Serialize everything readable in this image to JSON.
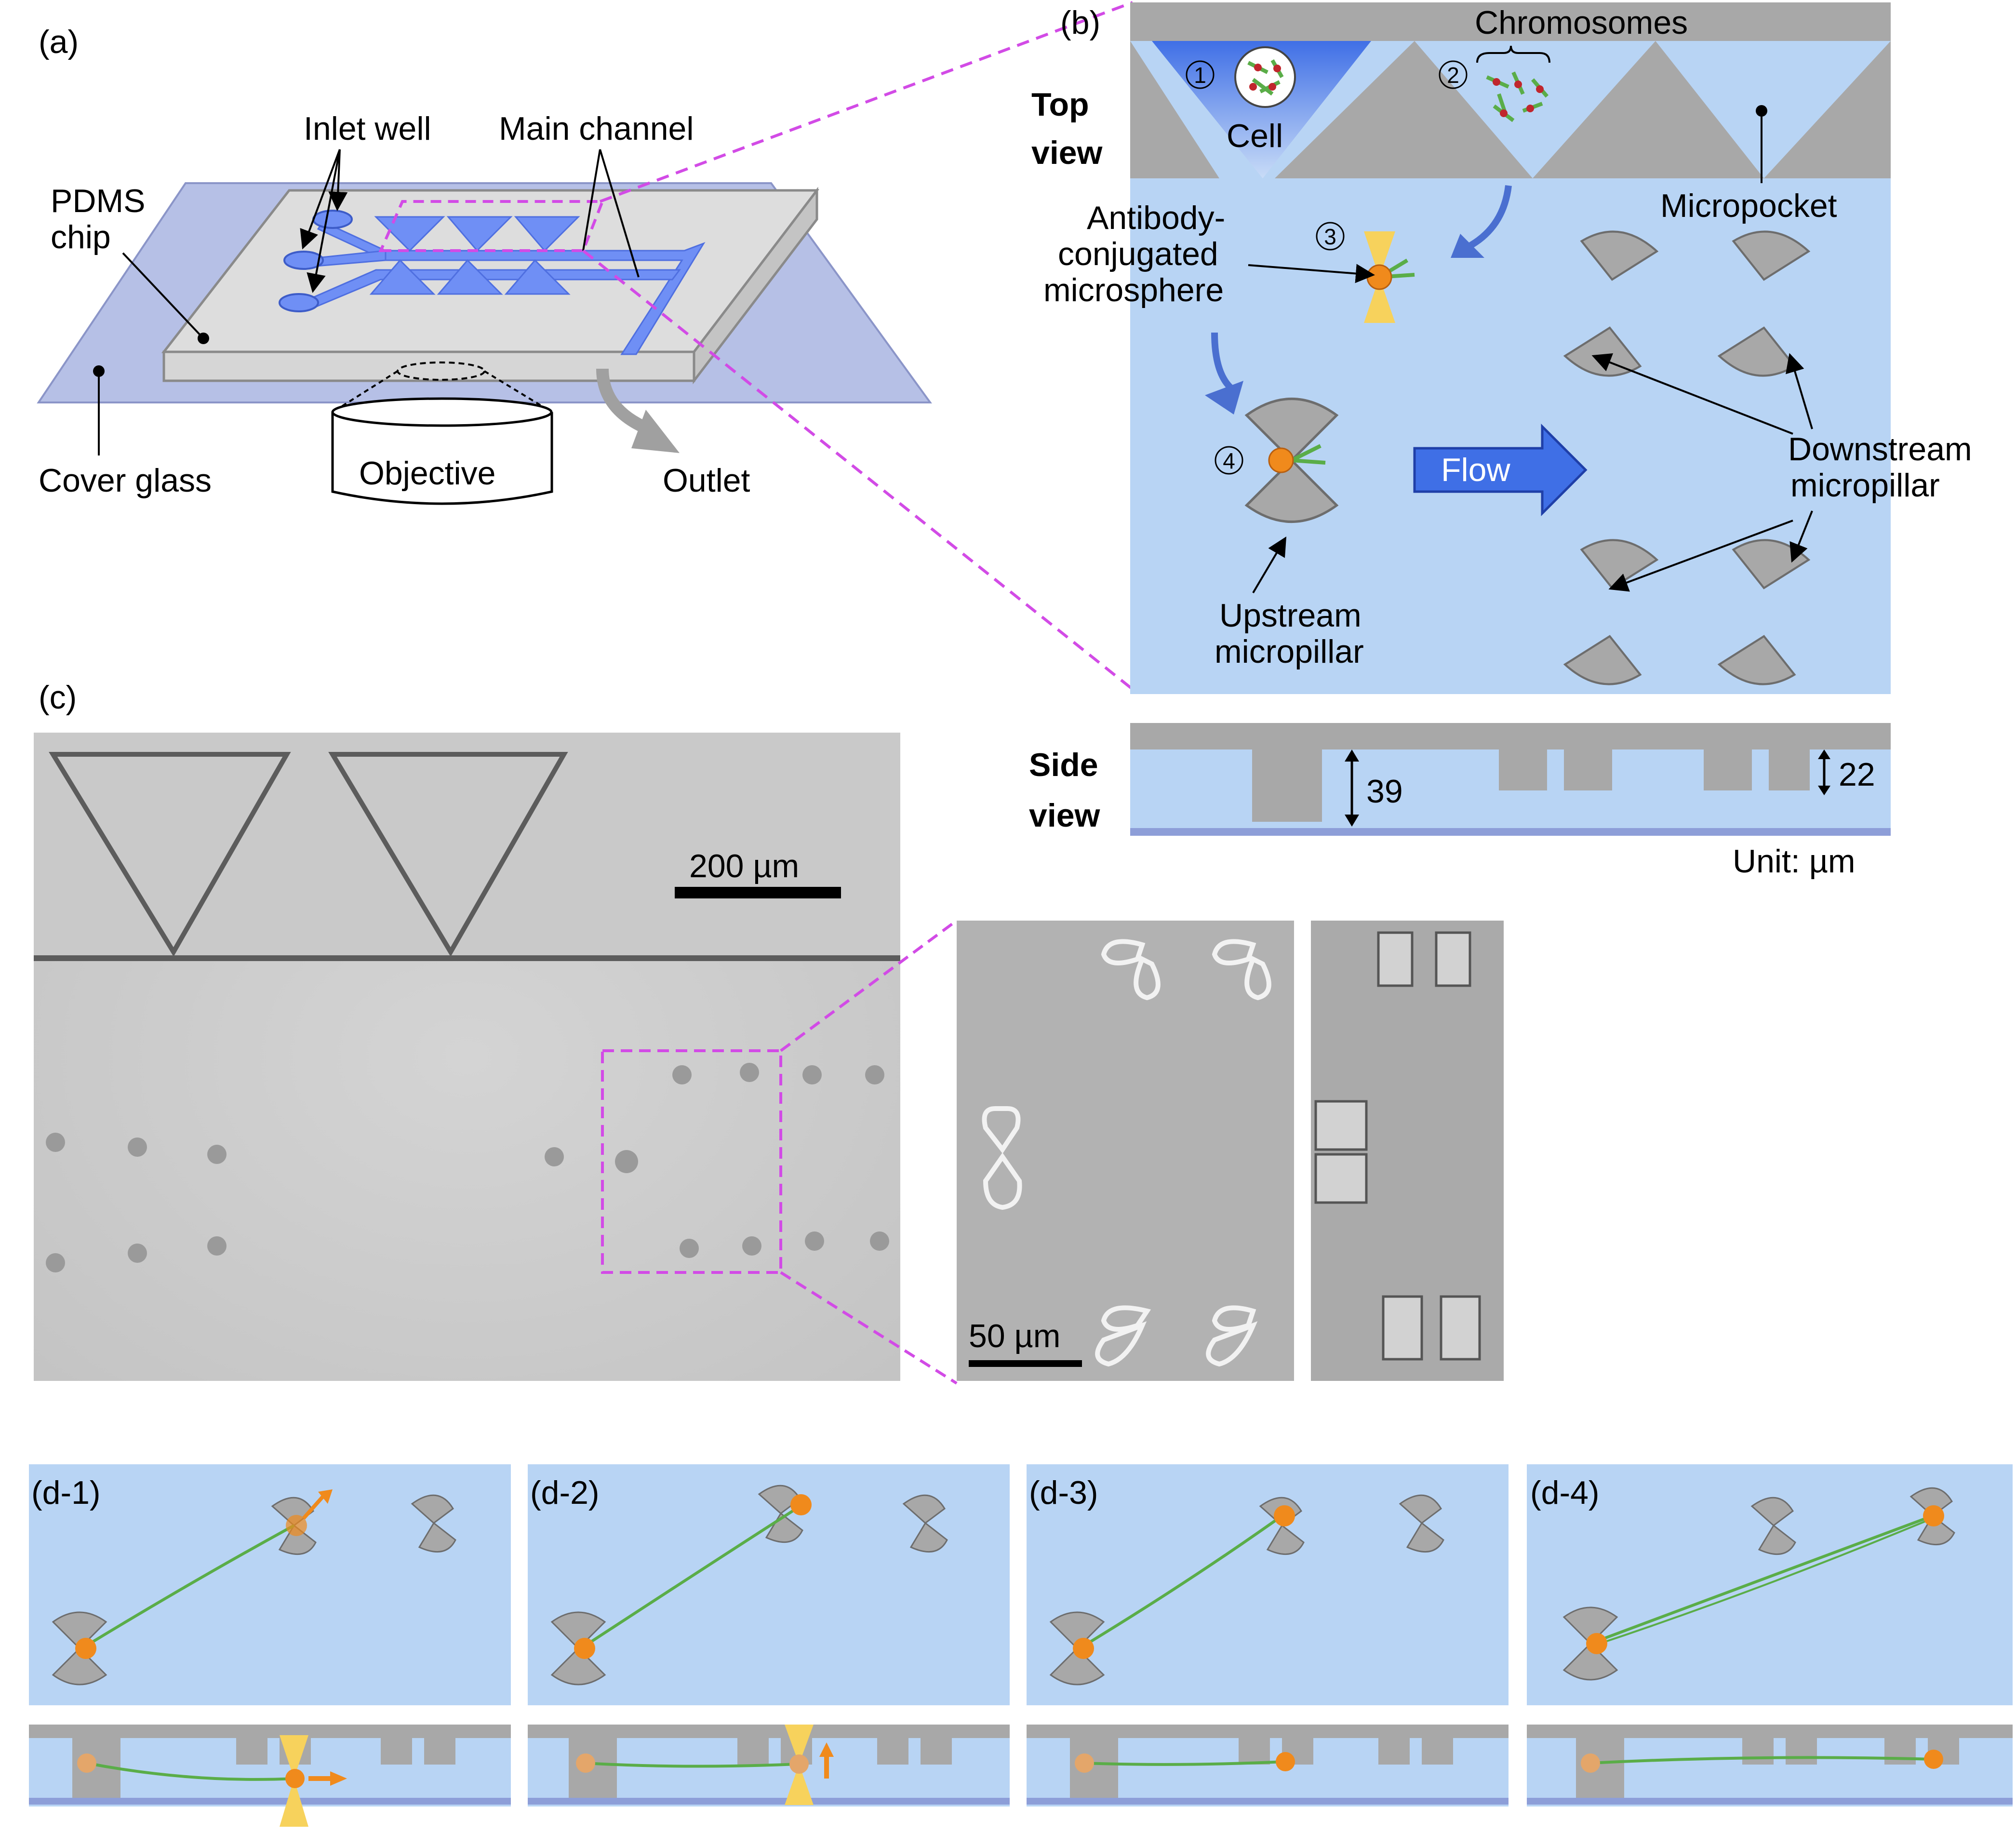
{
  "panel_a": {
    "label": "(a)",
    "inlet_well": "Inlet well",
    "main_channel": "Main channel",
    "pdms_chip_1": "PDMS",
    "pdms_chip_2": "chip",
    "cover_glass": "Cover glass",
    "objective": "Objective",
    "outlet": "Outlet"
  },
  "panel_b": {
    "label": "(b)",
    "top_view_1": "Top",
    "top_view_2": "view",
    "side_view_1": "Side",
    "side_view_2": "view",
    "chromosomes": "Chromosomes",
    "cell": "Cell",
    "micropocket": "Micropocket",
    "antibody_1": "Antibody-",
    "antibody_2": "conjugated",
    "antibody_3": "microsphere",
    "flow": "Flow",
    "downstream_1": "Downstream",
    "downstream_2": "micropillar",
    "upstream_1": "Upstream",
    "upstream_2": "micropillar",
    "step1": "1",
    "step2": "2",
    "step3": "3",
    "step4": "4",
    "dim_39": "39",
    "dim_22": "22",
    "unit": "Unit: µm"
  },
  "panel_c": {
    "label": "(c)",
    "scale_200": "200 µm",
    "scale_50": "50 µm"
  },
  "panel_d": [
    {
      "label": "(d-1)"
    },
    {
      "label": "(d-2)"
    },
    {
      "label": "(d-3)"
    },
    {
      "label": "(d-4)"
    }
  ],
  "colors": {
    "channel_blue": "#b8d4f4",
    "pillar_gray": "#a8a8a8",
    "chip_blue": "#6f8ff5",
    "magenta_dash": "#d24be6",
    "microsphere_orange": "#f08a1c",
    "laser_yellow": "#f7d25c",
    "chromosome_green": "#5aad48",
    "flow_arrow": "#3f6fe6"
  }
}
